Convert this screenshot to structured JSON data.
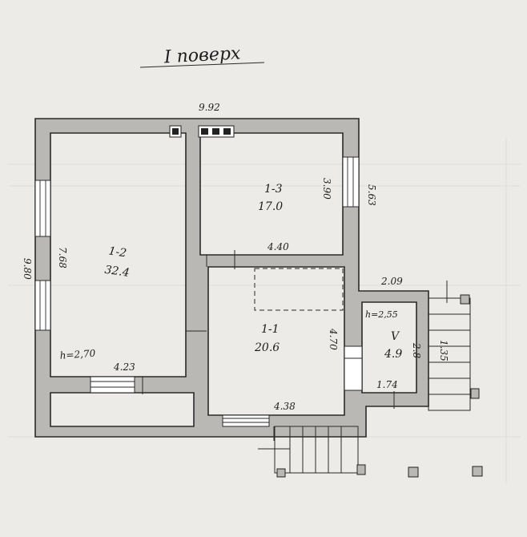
{
  "title": "I поверх",
  "rooms": [
    {
      "id": "1-2",
      "area": "32.4",
      "height": "h=2,70"
    },
    {
      "id": "1-3",
      "area": "17.0"
    },
    {
      "id": "1-1",
      "area": "20.6"
    },
    {
      "id": "V",
      "area": "4.9",
      "height": "h=2,55"
    }
  ],
  "dimensions": {
    "overall_width": "9.92",
    "overall_depth": "9.80",
    "room12_depth": "7.68",
    "room12_width": "4.23",
    "room13_depth": "3.90",
    "right_depth": "5.63",
    "room13_width": "4.40",
    "room11_depth": "4.70",
    "room11_width": "4.38",
    "vestibule_width": "2.09",
    "vestibule_depth": "2.8",
    "vestibule_inner_width": "1.74",
    "porch_dim": "1.35"
  }
}
